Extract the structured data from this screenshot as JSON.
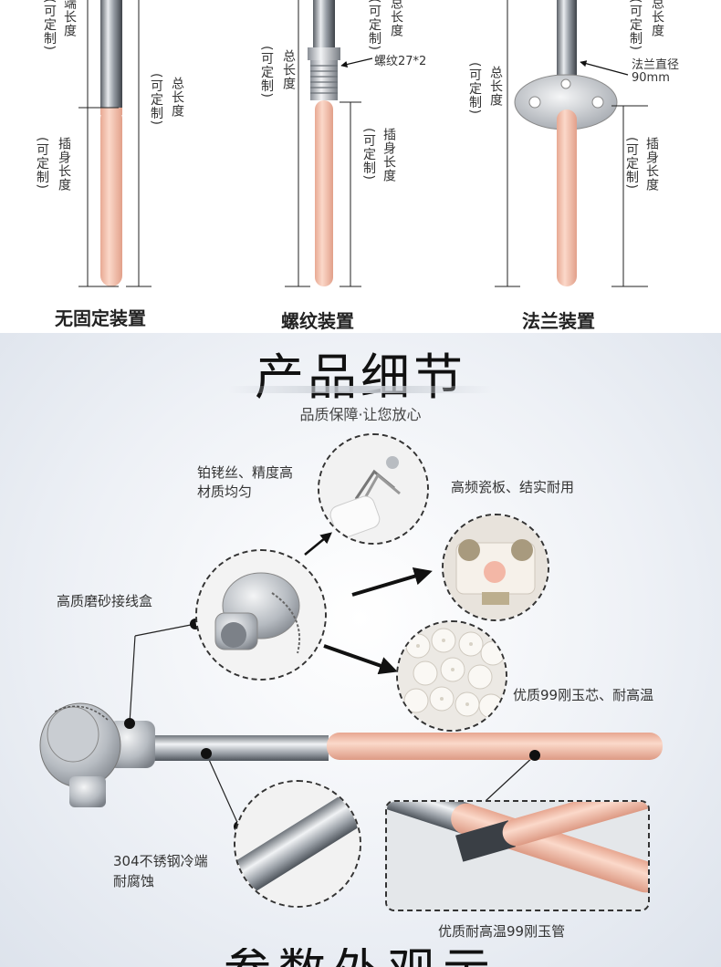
{
  "top": {
    "custom_note": "(可定制)",
    "cold_end_label": "端长度",
    "total_length": "总长度",
    "insert_length": "插身长度",
    "thread_label": "螺纹27*2",
    "flange_label_1": "法兰直径",
    "flange_label_2": "90mm",
    "captions": [
      "无固定装置",
      "螺纹装置",
      "法兰装置"
    ]
  },
  "detail": {
    "title": "产品细节",
    "subtitle": "品质保障·让您放心",
    "callouts": {
      "platinum_wire_1": "铂铑丝、精度高",
      "platinum_wire_2": "材质均匀",
      "ceramic_plate": "高频瓷板、结实耐用",
      "junction_box": "高质磨砂接线盒",
      "corundum_core": "优质99刚玉芯、耐高温",
      "steel_cold_end_1": "304不锈钢冷端",
      "steel_cold_end_2": "耐腐蚀",
      "corundum_tube": "优质耐高温99刚玉管"
    },
    "bottom_partial_title": "参数外观示"
  }
}
